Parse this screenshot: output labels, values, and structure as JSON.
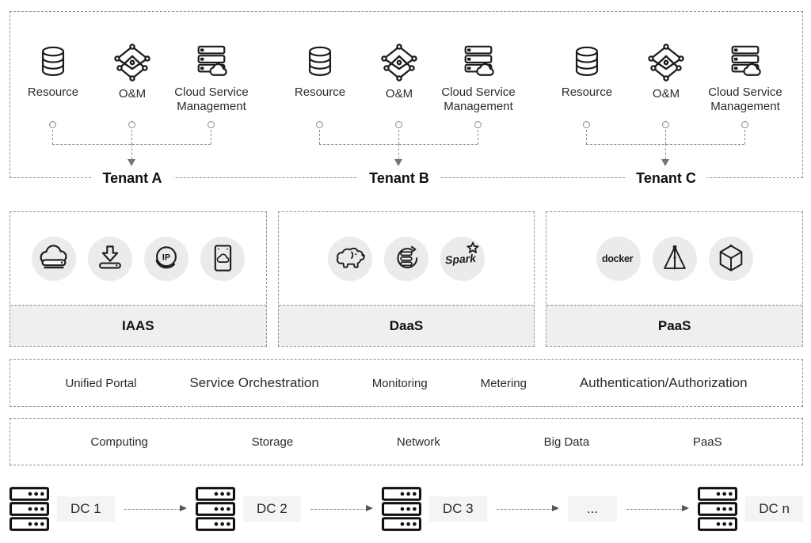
{
  "tenant_panel": {
    "item_labels": {
      "resource": "Resource",
      "om": "O&M",
      "csm": "Cloud Service Management"
    },
    "tenants": [
      {
        "name": "Tenant A"
      },
      {
        "name": "Tenant B"
      },
      {
        "name": "Tenant C"
      }
    ]
  },
  "service_layers": [
    {
      "label": "IAAS"
    },
    {
      "label": "DaaS"
    },
    {
      "label": "PaaS"
    }
  ],
  "logo_texts": {
    "ip": "IP",
    "spark": "Spark",
    "docker": "docker"
  },
  "platform_services": {
    "items": [
      "Unified Portal",
      "Service Orchestration",
      "Monitoring",
      "Metering",
      "Authentication/Authorization"
    ]
  },
  "infrastructure_services": {
    "items": [
      "Computing",
      "Storage",
      "Network",
      "Big Data",
      "PaaS"
    ]
  },
  "datacenters": {
    "labels": [
      "DC 1",
      "DC 2",
      "DC 3",
      "...",
      "DC n"
    ]
  },
  "colors": {
    "strip_bg": "#efefef",
    "icon_circle_bg": "#ebebeb",
    "dashed_border": "#8f8f8f",
    "dc_label_bg": "#f4f4f4"
  }
}
